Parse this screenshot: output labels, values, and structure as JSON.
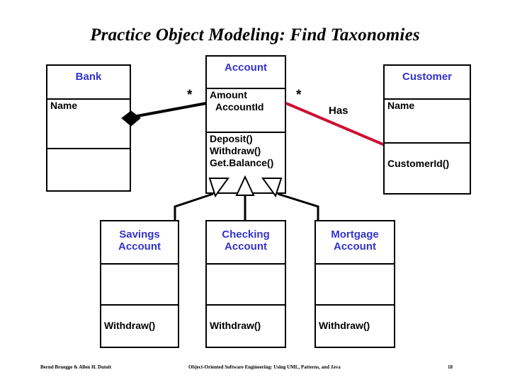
{
  "slide": {
    "title": "Practice Object Modeling: Find Taxonomies"
  },
  "classes": {
    "bank": {
      "name": "Bank",
      "attributes": [
        "Name"
      ],
      "operations": []
    },
    "account": {
      "name": "Account",
      "attributes": [
        "Amount",
        "AccountId"
      ],
      "operations": [
        "Deposit()",
        "Withdraw()",
        "Get.Balance()"
      ]
    },
    "customer": {
      "name": "Customer",
      "attributes": [
        "Name"
      ],
      "operations": [
        "CustomerId()"
      ]
    },
    "savings_account": {
      "name_line1": "Savings",
      "name_line2": "Account",
      "attributes": [],
      "operations": [
        "Withdraw()"
      ]
    },
    "checking_account": {
      "name_line1": "Checking",
      "name_line2": "Account",
      "attributes": [],
      "operations": [
        "Withdraw()"
      ]
    },
    "mortgage_account": {
      "name_line1": "Mortgage",
      "name_line2": "Account",
      "attributes": [],
      "operations": [
        "Withdraw()"
      ]
    }
  },
  "relationships": {
    "bank_account": {
      "type": "composition",
      "multiplicity": "*",
      "diamond_color": "#000000",
      "line_color": "#000000"
    },
    "account_customer": {
      "type": "association",
      "label": "Has",
      "multiplicity": "*",
      "line_color": "#cc1133"
    },
    "generalization": {
      "type": "generalization",
      "parent": "Account",
      "children": [
        "Savings Account",
        "Checking Account",
        "Mortgage Account"
      ],
      "arrow_fill": "#ffffff",
      "line_color": "#000000"
    }
  },
  "footer": {
    "authors": "Bernd Bruegge & Allen H. Dutoit",
    "book": "Object-Oriented Software Engineering: Using UML, Patterns, and Java",
    "page": "18"
  }
}
